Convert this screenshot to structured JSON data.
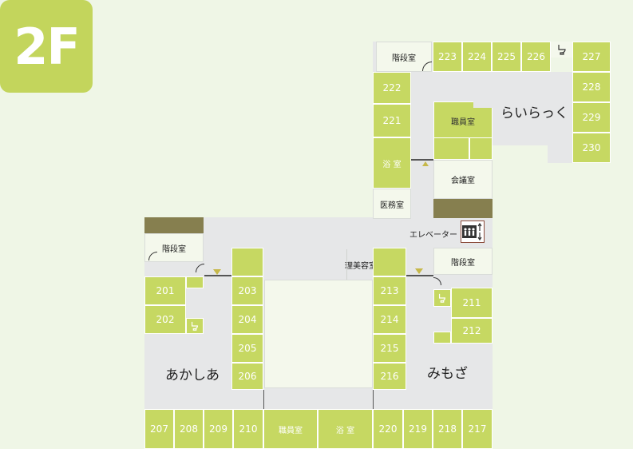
{
  "floor": {
    "label": "2F"
  },
  "wards": {
    "rairakku": "らいらっく",
    "akashia": "あかしあ",
    "mimoza": "みもざ"
  },
  "rooms": {
    "r222": "222",
    "r221": "221",
    "r223": "223",
    "r224": "224",
    "r225": "225",
    "r226": "226",
    "r227": "227",
    "r228": "228",
    "r229": "229",
    "r230": "230",
    "r201": "201",
    "r202": "202",
    "r203": "203",
    "r204": "204",
    "r205": "205",
    "r206": "206",
    "r207": "207",
    "r208": "208",
    "r209": "209",
    "r210": "210",
    "r213": "213",
    "r214": "214",
    "r215": "215",
    "r216": "216",
    "r211": "211",
    "r212": "212",
    "r220": "220",
    "r219": "219",
    "r218": "218",
    "r217": "217"
  },
  "facilities": {
    "stairs_top": "階段室",
    "stairs_left": "階段室",
    "stairs_right": "階段室",
    "staff_top": "職員室",
    "staff_bottom": "職員室",
    "bath_top": "浴 室",
    "bath_bottom": "浴 室",
    "meeting": "会議室",
    "medical": "医務室",
    "elevator": "エレベーター",
    "barber": "理美容室"
  },
  "icons": {
    "toilet": "toilet-icon",
    "elevator": "elevator-icon",
    "entrance": "entrance-marker-icon"
  },
  "colors": {
    "room": "#c6d862",
    "badge": "#c3d55c",
    "corridor": "#e6e7e8",
    "background": "#eff6e6",
    "dark_block": "#867f4f"
  }
}
